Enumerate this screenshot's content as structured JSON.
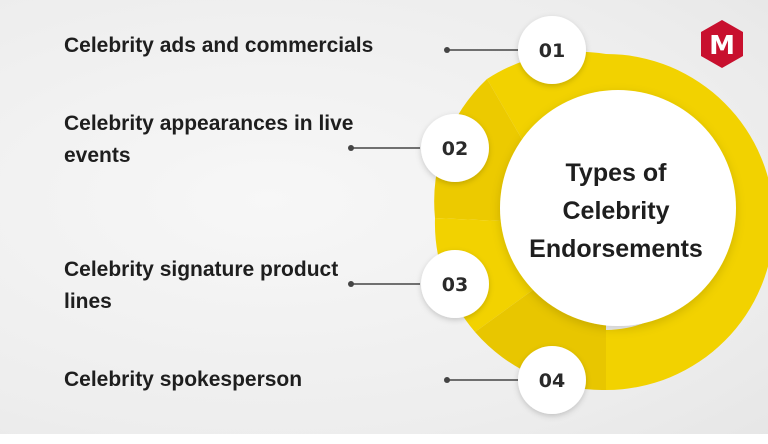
{
  "title_lines": [
    "Types of",
    "Celebrity",
    "Endorsements"
  ],
  "items": [
    {
      "number": "01",
      "label": "Celebrity ads and commercials"
    },
    {
      "number": "02",
      "label": "Celebrity appearances in live events"
    },
    {
      "number": "03",
      "label": "Celebrity signature product lines"
    },
    {
      "number": "04",
      "label": "Celebrity spokesperson"
    }
  ],
  "logo": {
    "letter": "M"
  },
  "colors": {
    "accent_yellow": "#f2d200",
    "accent_yellow_dark": "#e3c400",
    "logo_red": "#c8102e",
    "text_dark": "#1e1e1e"
  }
}
